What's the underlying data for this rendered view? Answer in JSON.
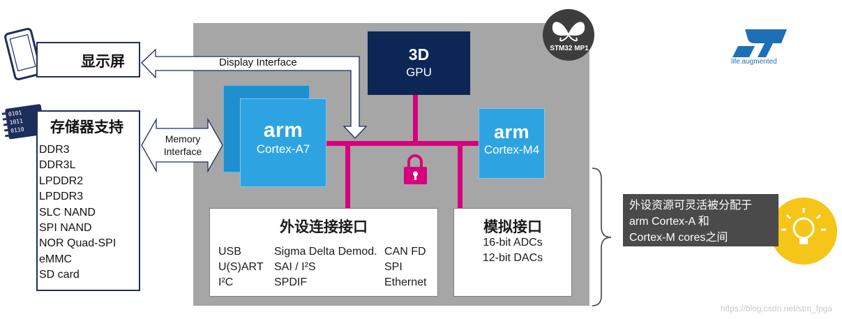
{
  "display": {
    "title": "显示屏",
    "interface_label": "Display Interface"
  },
  "memory": {
    "title": "存储器支持",
    "interface_line1": "Memory",
    "interface_line2": "Interface",
    "items": [
      "DDR3",
      "DDR3L",
      "LPDDR2",
      "LPDDR3",
      "SLC NAND",
      "SPI NAND",
      "NOR Quad-SPI",
      "eMMC",
      "SD card"
    ]
  },
  "gpu": {
    "title": "3D",
    "subtitle": "GPU"
  },
  "cortex_a7": {
    "logo": "arm",
    "label": "Cortex-A7"
  },
  "cortex_m4": {
    "logo": "arm",
    "label": "Cortex-M4"
  },
  "peripherals": {
    "title": "外设连接接口",
    "col1": [
      "USB",
      "U(S)ART",
      "I²C"
    ],
    "col2": [
      "Sigma Delta Demod.",
      "SAI / I²S",
      "SPDIF"
    ],
    "col3": [
      "CAN FD",
      "SPI",
      "Ethernet"
    ]
  },
  "analog": {
    "title": "模拟接口",
    "items": [
      "16-bit ADCs",
      "12-bit DACs"
    ]
  },
  "callout": {
    "line1": "外设资源可灵活被分配于",
    "line2": "arm Cortex-A 和",
    "line3": "Cortex-M cores之间"
  },
  "badge": {
    "text": "STM32 MP1"
  },
  "brand": {
    "tagline": "life.augmented"
  },
  "watermark": "https://blog.csdn.net/stm_fpga",
  "colors": {
    "panel": "#a6a6a6",
    "gpu": "#0c2656",
    "core": "#2ea3e1",
    "bus": "#d6007e",
    "border": "#1e2e5c",
    "callout": "#4a4a4a",
    "bulb": "#f5c518"
  }
}
